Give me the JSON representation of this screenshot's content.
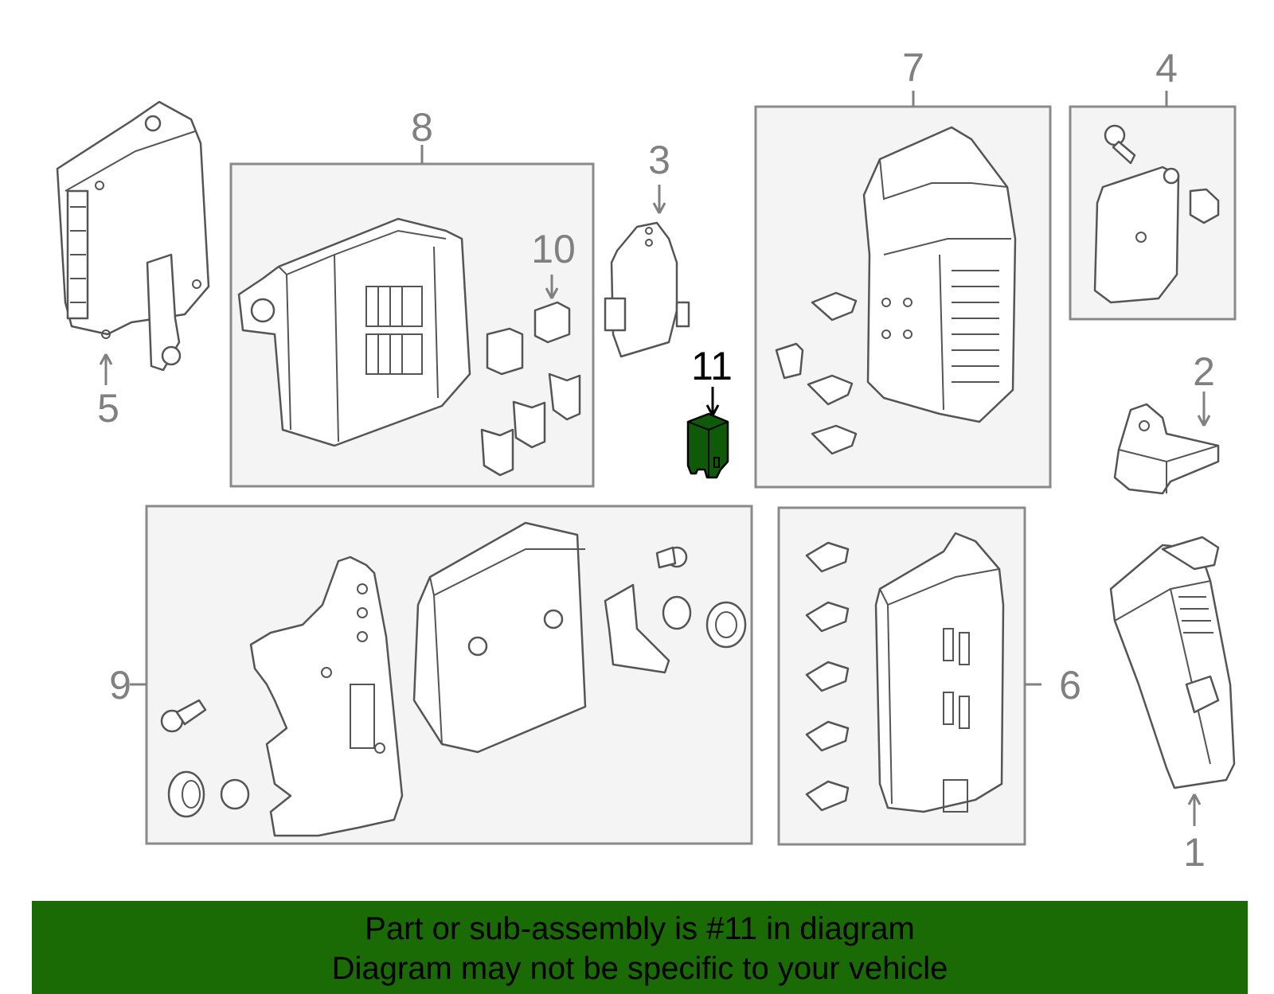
{
  "diagram": {
    "highlight_color": "#0f5a09",
    "callouts": {
      "c1": "1",
      "c2": "2",
      "c3": "3",
      "c4": "4",
      "c5": "5",
      "c6": "6",
      "c7": "7",
      "c8": "8",
      "c9": "9",
      "c10": "10",
      "c11": "11"
    },
    "highlighted_part": "11"
  },
  "banner": {
    "background": "#1a6a06",
    "line1": "Part or sub-assembly is #11 in diagram",
    "line2": "Diagram may not be specific to your vehicle"
  }
}
